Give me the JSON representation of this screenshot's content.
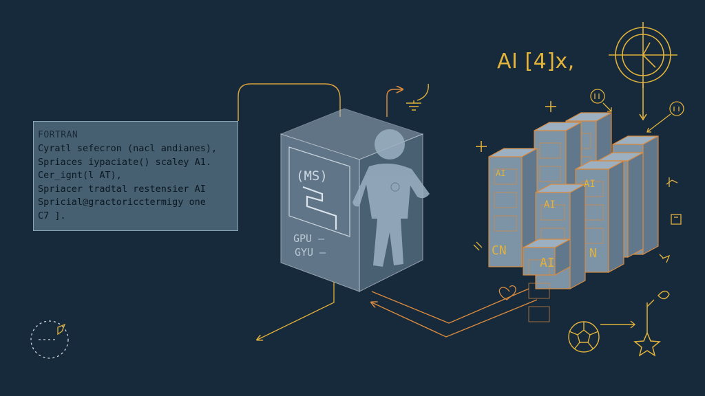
{
  "code_panel": {
    "title": "FORTRAN",
    "lines": [
      "Cyratl sefecron (nacl andianes),",
      "Spriaces iypaciate() scaley A1.",
      "Cer_ignt(l AT),",
      "Spriacer tradtal restensier AI",
      "Spricial@gractoricctermigy one",
      "C7 ]."
    ]
  },
  "headline": "AI [4]x,",
  "server_box": {
    "face_label": "(MS)",
    "gpu_label_1": "GPU –",
    "gpu_label_2": "GYU –"
  },
  "cluster": {
    "front_labels": [
      "CN",
      "AI",
      "N"
    ],
    "top_labels": [
      "AI",
      "AI",
      "AI"
    ]
  },
  "colors": {
    "background": "#172a3b",
    "accent": "#e2b23a",
    "orange": "#d98a3d",
    "box_fill": "#8da2b5"
  },
  "icons": [
    "clock-icon",
    "globe-icon",
    "star-icon",
    "satellite-dish-icon",
    "rocket-icon",
    "heart-icon"
  ]
}
